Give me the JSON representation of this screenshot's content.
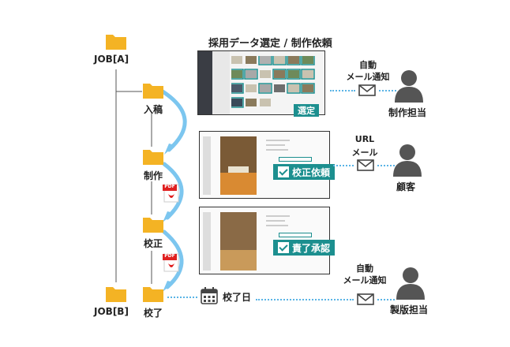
{
  "jobs": {
    "job_a": "JOB[A]",
    "job_b": "JOB[B]"
  },
  "steps": {
    "nyuko": "入稿",
    "seisaku": "制作",
    "kosei": "校正",
    "koryo": "校了"
  },
  "section_title": "採用データ選定 / 制作依頼",
  "badges": {
    "sentei": "選定",
    "kosei_irai": "校正依頼",
    "sekiryo_shonin": "責了承認"
  },
  "notifications": {
    "n1_line1": "自動",
    "n1_line2": "メール通知",
    "n2_line1": "URL",
    "n2_line2": "メール",
    "n3_line1": "自動",
    "n3_line2": "メール通知"
  },
  "people": {
    "seisaku_tanto": "制作担当",
    "kokyaku": "顧客",
    "seihan_tanto": "製版担当"
  },
  "calendar_label": "校了日",
  "pdf_label": "PDF",
  "colors": {
    "folder": "#f4b324",
    "accent_teal": "#1c8f8f",
    "arrow_blue": "#5ab4e6",
    "pdf_red": "#e02020",
    "person_gray": "#555555"
  },
  "icons": [
    "folder-icon",
    "mail-icon",
    "person-icon",
    "pdf-icon",
    "calendar-icon",
    "check-icon"
  ]
}
